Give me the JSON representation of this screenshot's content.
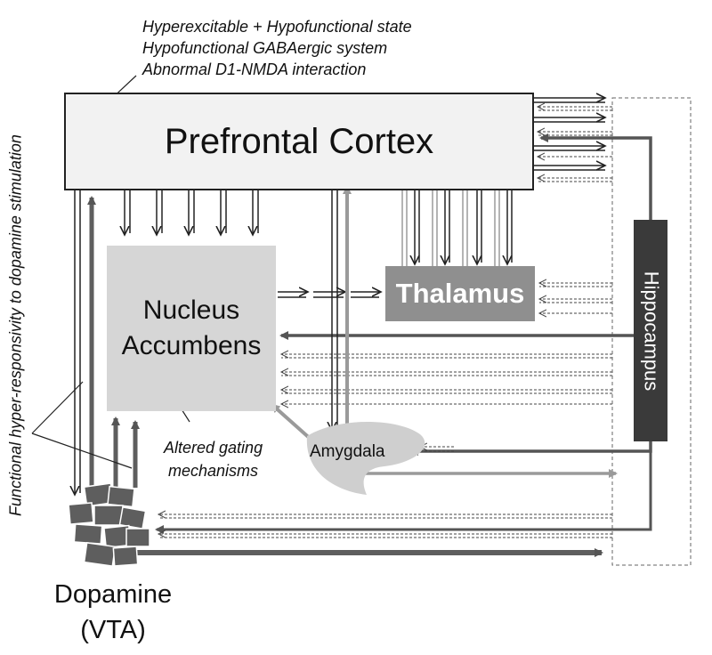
{
  "boxes": {
    "pfc": "Prefrontal Cortex",
    "nac_line1": "Nucleus",
    "nac_line2": "Accumbens",
    "thalamus": "Thalamus",
    "hippocampus": "Hippocampus",
    "amygdala": "Amygdala",
    "dopamine_line1": "Dopamine",
    "dopamine_line2": "(VTA)"
  },
  "annotations": {
    "pfc_state_1": "Hyperexcitable + Hypofunctional state",
    "pfc_state_2": "Hypofunctional GABAergic system",
    "pfc_state_3": "Abnormal D1-NMDA interaction",
    "gating_1": "Altered gating",
    "gating_2": "mechanisms",
    "side": "Functional hyper-responsivity to dopamine stimulation"
  },
  "colors": {
    "pfc_fill": "#f2f2f2",
    "nac_fill": "#d6d6d6",
    "thalamus_fill": "#8f8f8f",
    "hippocampus_fill": "#3a3a3a",
    "amygdala_fill": "#cfcfcf",
    "dopamine_fill": "#5e5e5e",
    "dark_arrow": "#555555",
    "light_arrow": "#9a9a9a"
  }
}
